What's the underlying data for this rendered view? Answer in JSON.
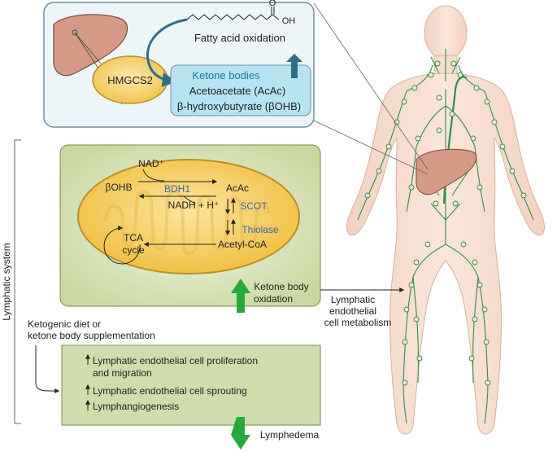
{
  "fatty_acid": {
    "acid_group": "OH",
    "carbonyl": "O",
    "label": "Fatty acid oxidation"
  },
  "enzyme_hmgcs2": "HMGCS2",
  "ketone_bodies": {
    "title": "Ketone bodies",
    "line1": "Acetoacetate (AcAc)",
    "line2": "β-hydroxybutyrate (βOHB)"
  },
  "mito": {
    "nad_plus": "NAD⁺",
    "bohb": "βOHB",
    "bdh1": "BDH1",
    "acac": "AcAc",
    "nadh": "NADH + H⁺",
    "scot": "SCOT",
    "thiolase": "Thiolase",
    "acetyl_coa": "Acetyl-CoA",
    "tca_line1": "TCA",
    "tca_line2": "cycle"
  },
  "ketone_oxidation": {
    "line1": "Ketone body",
    "line2": "oxidation"
  },
  "lymphatic_metabolism": {
    "line1": "Lymphatic",
    "line2": "endothelial",
    "line3": "cell metabolism"
  },
  "lymphatic_system_label": "Lymphatic system",
  "diet": {
    "line1": "Ketogenic diet or",
    "line2": "ketone body supplementation"
  },
  "effects": {
    "item1_line1": "Lymphatic endothelial cell proliferation",
    "item1_line2": "and migration",
    "item2": "Lymphatic endothelial cell sprouting",
    "item3": "Lymphangiogenesis"
  },
  "lymphedema": "Lymphedema",
  "colors": {
    "inset_border": "#6e8ea3",
    "inset_fill": "#eef5f8",
    "ketone_box": "#b6e3ef",
    "ketone_title": "#1f78a8",
    "arrow_blue": "#2e6e86",
    "green_panel": "#cfdcac",
    "green_panel_light": "#eef3dd",
    "mito_fill": "#f4c44a",
    "mito_edge": "#b8902a",
    "enzyme_text": "#3d63b5",
    "arrow_green": "#28a83a",
    "body_skin": "#f6dccc",
    "body_edge": "#d7b29c",
    "lymph_green": "#2f8f47",
    "liver_fill": "#d59a86",
    "liver_edge": "#7a4a3a"
  }
}
